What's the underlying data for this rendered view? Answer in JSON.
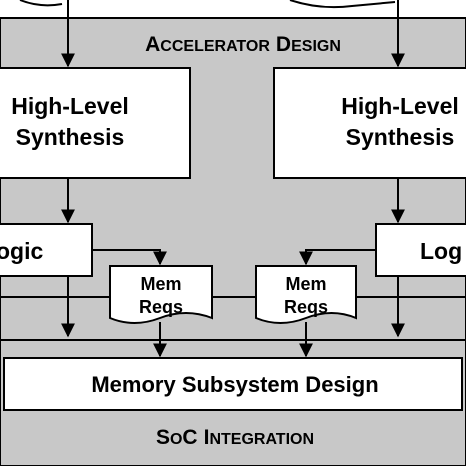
{
  "colors": {
    "background": "#c8c8c8",
    "box_fill": "#ffffff",
    "stroke": "#000000"
  },
  "headers": {
    "accelerator_design": {
      "lead": "A",
      "rest": "CCELERATOR",
      "lead2": "D",
      "rest2": "ESIGN"
    },
    "soc_integration": {
      "lead": "S",
      "rest": "O",
      "lead_mid": "C",
      "lead2": "I",
      "rest2": "NTEGRATION"
    }
  },
  "hls_left": {
    "line1": "High-Level",
    "line2": "Synthesis"
  },
  "hls_right": {
    "line1": "High-Level",
    "line2": "Synthesis"
  },
  "logic_left": {
    "label": "ogic"
  },
  "logic_right": {
    "label": "Log"
  },
  "mem_reqs_left": {
    "line1": "Mem",
    "line2": "Reqs"
  },
  "mem_reqs_right": {
    "line1": "Mem",
    "line2": "Reqs"
  },
  "memory_subsystem": {
    "label": "Memory Subsystem Design"
  }
}
